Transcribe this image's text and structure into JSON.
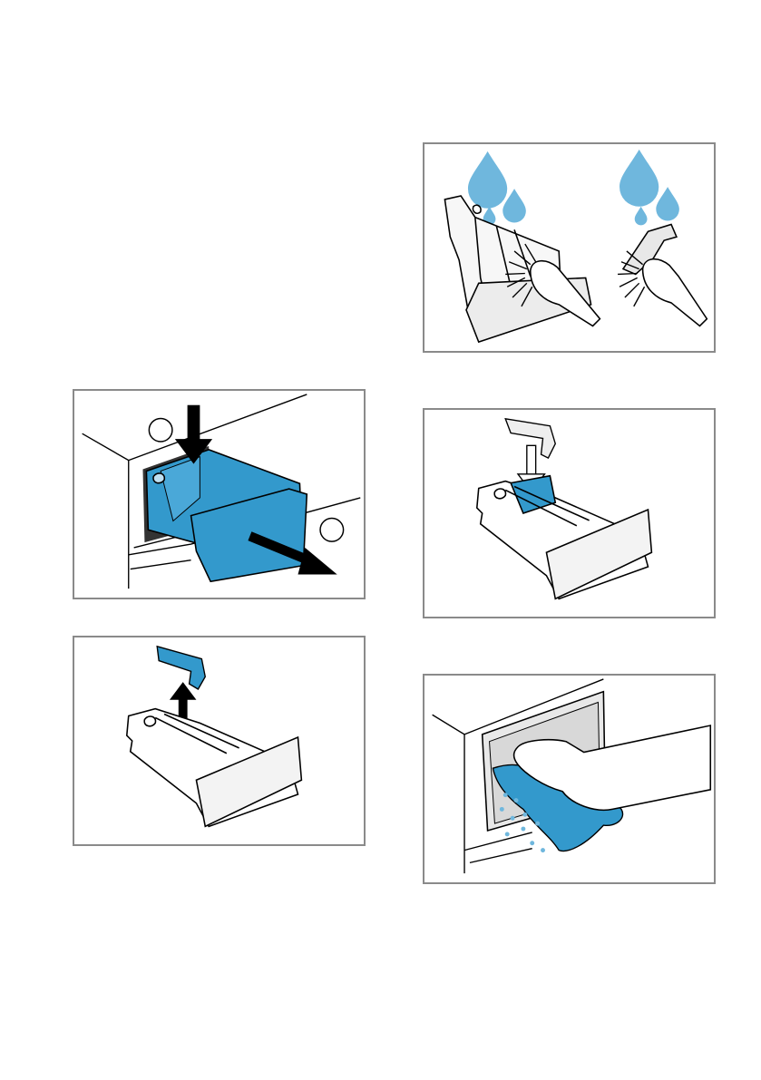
{
  "page": {
    "background": "#ffffff",
    "accent_color": "#3399cc",
    "drop_color": "#6fb7dd",
    "border_color": "#8a8a8a"
  },
  "figures": [
    {
      "id": "cleaning",
      "icons": [
        "water-drop-icon",
        "brush-icon",
        "hand-icon"
      ]
    },
    {
      "id": "remove-drawer",
      "step_markers": [
        "",
        ""
      ],
      "icons": [
        "arrow-down-icon",
        "arrow-right-icon"
      ]
    },
    {
      "id": "insert-insert",
      "icons": [
        "arrow-down-icon"
      ]
    },
    {
      "id": "lift-insert",
      "icons": [
        "arrow-up-icon"
      ]
    },
    {
      "id": "wipe-compartment",
      "icons": [
        "cloth-icon",
        "hand-icon"
      ]
    }
  ]
}
